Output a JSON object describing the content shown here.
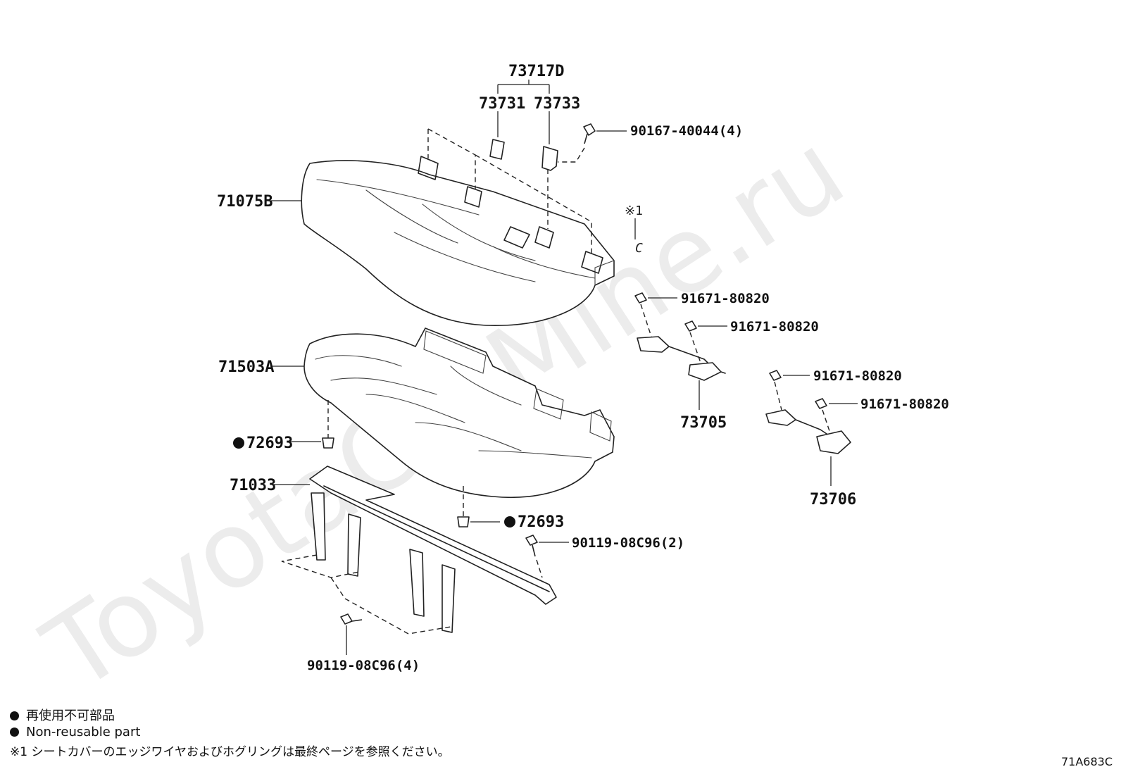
{
  "watermark": "ToyotaCarMine.ru",
  "labels": {
    "assy_73717D": "73717D",
    "p73731": "73731",
    "p73733": "73733",
    "bolt_90167": "90167-40044(4)",
    "cover_71075B": "71075B",
    "note_mark": "※1",
    "c_mark": "C",
    "bolt_91671_a": "91671-80820",
    "bolt_91671_b": "91671-80820",
    "bolt_91671_c": "91671-80820",
    "bolt_91671_d": "91671-80820",
    "pad_71503A": "71503A",
    "hook_73705": "73705",
    "hook_73706": "73706",
    "clip_72693_a": "72693",
    "clip_72693_b": "72693",
    "frame_71033": "71033",
    "bolt_90119_a": "90119-08C96(2)",
    "bolt_90119_b": "90119-08C96(4)"
  },
  "legend": {
    "line1": "再使用不可部品",
    "line2": "Non-reusable part",
    "line3": "※1 シートカバーのエッジワイヤおよびホグリングは最終ページを参照ください。"
  },
  "diagram_code": "71A683C"
}
